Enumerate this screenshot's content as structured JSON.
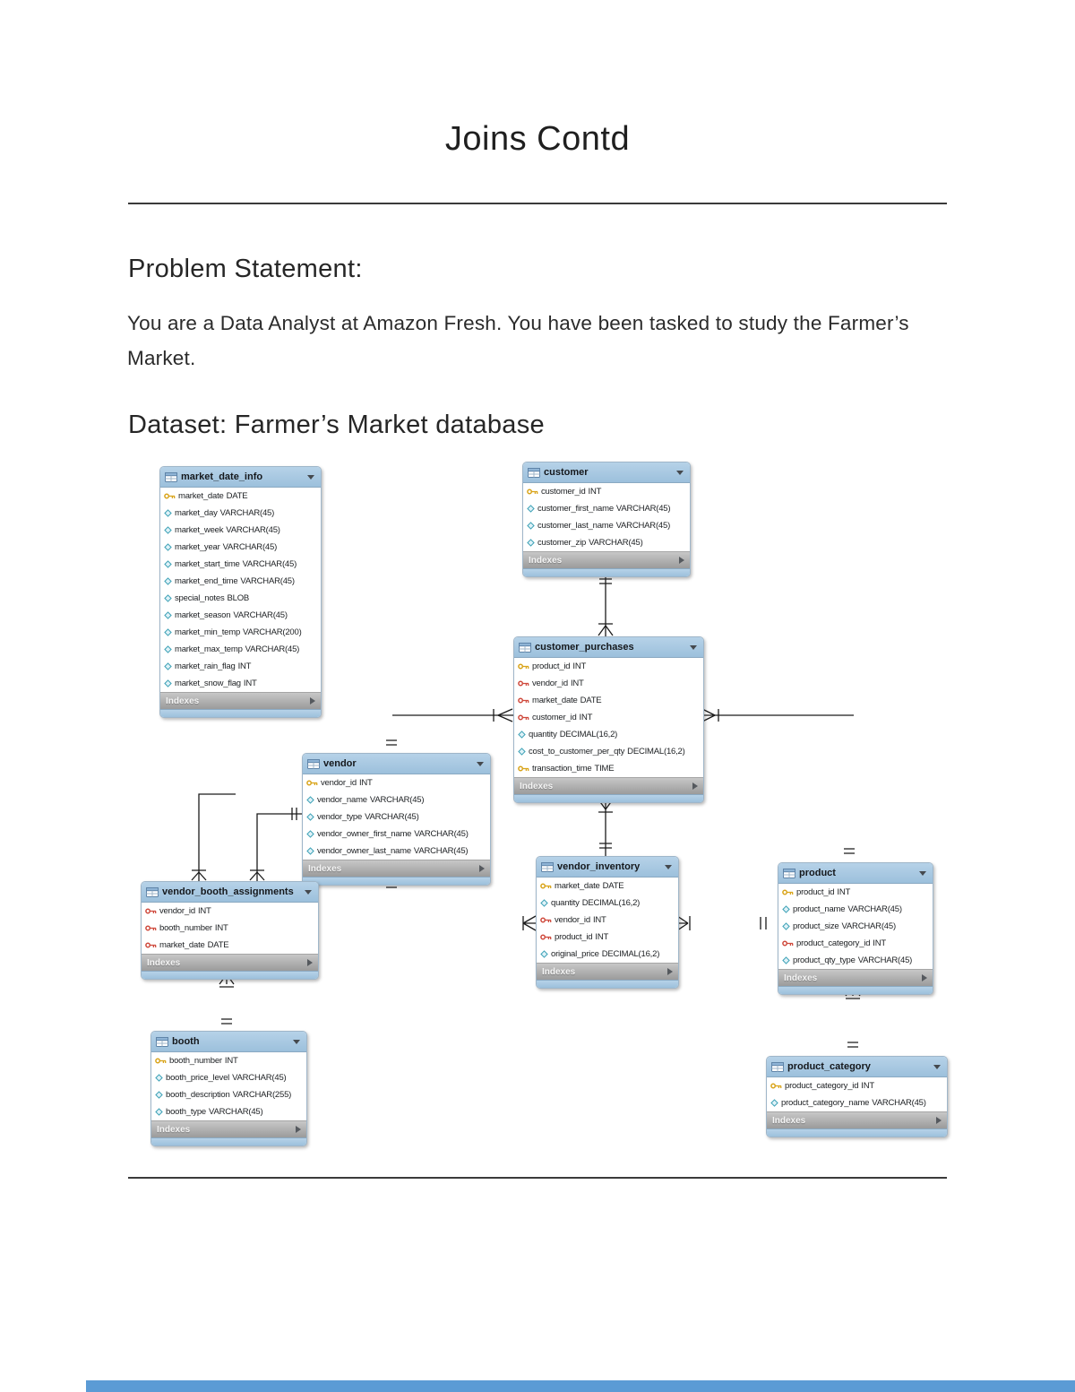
{
  "page": {
    "title": "Joins Contd",
    "problem_heading": "Problem Statement:",
    "problem_text": "You are a Data Analyst at Amazon Fresh. You have been tasked to study the Farmer’s Market.",
    "dataset_heading": "Dataset: Farmer’s Market database"
  },
  "diagram": {
    "indexes_label": "Indexes",
    "colors": {
      "table_header": "#a9c9e4",
      "indexes_bar": "#ababab",
      "primary_key_icon": "#d9a41a",
      "foreign_key_icon": "#cf4a3d",
      "column_diamond_icon": "#3aa0b5",
      "connector_line": "#1b1b1b",
      "bottom_bar": "#5b9bd5"
    },
    "tables": [
      {
        "name": "market_date_info",
        "columns": [
          {
            "key": "pk",
            "name": "market_date",
            "type": "DATE"
          },
          {
            "key": "col",
            "name": "market_day",
            "type": "VARCHAR(45)"
          },
          {
            "key": "col",
            "name": "market_week",
            "type": "VARCHAR(45)"
          },
          {
            "key": "col",
            "name": "market_year",
            "type": "VARCHAR(45)"
          },
          {
            "key": "col",
            "name": "market_start_time",
            "type": "VARCHAR(45)"
          },
          {
            "key": "col",
            "name": "market_end_time",
            "type": "VARCHAR(45)"
          },
          {
            "key": "col",
            "name": "special_notes",
            "type": "BLOB"
          },
          {
            "key": "col",
            "name": "market_season",
            "type": "VARCHAR(45)"
          },
          {
            "key": "col",
            "name": "market_min_temp",
            "type": "VARCHAR(200)"
          },
          {
            "key": "col",
            "name": "market_max_temp",
            "type": "VARCHAR(45)"
          },
          {
            "key": "col",
            "name": "market_rain_flag",
            "type": "INT"
          },
          {
            "key": "col",
            "name": "market_snow_flag",
            "type": "INT"
          }
        ]
      },
      {
        "name": "customer",
        "columns": [
          {
            "key": "pk",
            "name": "customer_id",
            "type": "INT"
          },
          {
            "key": "col",
            "name": "customer_first_name",
            "type": "VARCHAR(45)"
          },
          {
            "key": "col",
            "name": "customer_last_name",
            "type": "VARCHAR(45)"
          },
          {
            "key": "col",
            "name": "customer_zip",
            "type": "VARCHAR(45)"
          }
        ]
      },
      {
        "name": "customer_purchases",
        "columns": [
          {
            "key": "pk",
            "name": "product_id",
            "type": "INT"
          },
          {
            "key": "fk",
            "name": "vendor_id",
            "type": "INT"
          },
          {
            "key": "fk",
            "name": "market_date",
            "type": "DATE"
          },
          {
            "key": "fk",
            "name": "customer_id",
            "type": "INT"
          },
          {
            "key": "col",
            "name": "quantity",
            "type": "DECIMAL(16,2)"
          },
          {
            "key": "col",
            "name": "cost_to_customer_per_qty",
            "type": "DECIMAL(16,2)"
          },
          {
            "key": "pk",
            "name": "transaction_time",
            "type": "TIME"
          }
        ]
      },
      {
        "name": "vendor",
        "columns": [
          {
            "key": "pk",
            "name": "vendor_id",
            "type": "INT"
          },
          {
            "key": "col",
            "name": "vendor_name",
            "type": "VARCHAR(45)"
          },
          {
            "key": "col",
            "name": "vendor_type",
            "type": "VARCHAR(45)"
          },
          {
            "key": "col",
            "name": "vendor_owner_first_name",
            "type": "VARCHAR(45)"
          },
          {
            "key": "col",
            "name": "vendor_owner_last_name",
            "type": "VARCHAR(45)"
          }
        ]
      },
      {
        "name": "vendor_inventory",
        "columns": [
          {
            "key": "pk",
            "name": "market_date",
            "type": "DATE"
          },
          {
            "key": "col",
            "name": "quantity",
            "type": "DECIMAL(16,2)"
          },
          {
            "key": "fk",
            "name": "vendor_id",
            "type": "INT"
          },
          {
            "key": "fk",
            "name": "product_id",
            "type": "INT"
          },
          {
            "key": "col",
            "name": "original_price",
            "type": "DECIMAL(16,2)"
          }
        ]
      },
      {
        "name": "product",
        "columns": [
          {
            "key": "pk",
            "name": "product_id",
            "type": "INT"
          },
          {
            "key": "col",
            "name": "product_name",
            "type": "VARCHAR(45)"
          },
          {
            "key": "col",
            "name": "product_size",
            "type": "VARCHAR(45)"
          },
          {
            "key": "fk",
            "name": "product_category_id",
            "type": "INT"
          },
          {
            "key": "col",
            "name": "product_qty_type",
            "type": "VARCHAR(45)"
          }
        ]
      },
      {
        "name": "vendor_booth_assignments",
        "columns": [
          {
            "key": "fk",
            "name": "vendor_id",
            "type": "INT"
          },
          {
            "key": "fk",
            "name": "booth_number",
            "type": "INT"
          },
          {
            "key": "fk",
            "name": "market_date",
            "type": "DATE"
          }
        ]
      },
      {
        "name": "booth",
        "columns": [
          {
            "key": "pk",
            "name": "booth_number",
            "type": "INT"
          },
          {
            "key": "col",
            "name": "booth_price_level",
            "type": "VARCHAR(45)"
          },
          {
            "key": "col",
            "name": "booth_description",
            "type": "VARCHAR(255)"
          },
          {
            "key": "col",
            "name": "booth_type",
            "type": "VARCHAR(45)"
          }
        ]
      },
      {
        "name": "product_category",
        "columns": [
          {
            "key": "pk",
            "name": "product_category_id",
            "type": "INT"
          },
          {
            "key": "col",
            "name": "product_category_name",
            "type": "VARCHAR(45)"
          }
        ]
      }
    ],
    "relationships": [
      {
        "between": [
          "customer",
          "customer_purchases"
        ],
        "notation": "one-to-many"
      },
      {
        "between": [
          "customer_purchases",
          "vendor_inventory"
        ],
        "notation": "many-to-one"
      },
      {
        "between": [
          "vendor",
          "vendor_booth_assignments"
        ],
        "notation": "one-to-many"
      },
      {
        "between": [
          "market_date_info",
          "vendor_booth_assignments"
        ],
        "notation": "one-to-many"
      },
      {
        "between": [
          "customer_purchases",
          "vendor"
        ],
        "notation": "many-to-one"
      },
      {
        "between": [
          "customer_purchases",
          "product"
        ],
        "notation": "many-to-one"
      },
      {
        "between": [
          "vendor_inventory",
          "product"
        ],
        "notation": "many-to-one"
      },
      {
        "between": [
          "vendor_booth_assignments",
          "booth"
        ],
        "notation": "many-to-one"
      },
      {
        "between": [
          "product",
          "product_category"
        ],
        "notation": "many-to-one"
      }
    ]
  }
}
